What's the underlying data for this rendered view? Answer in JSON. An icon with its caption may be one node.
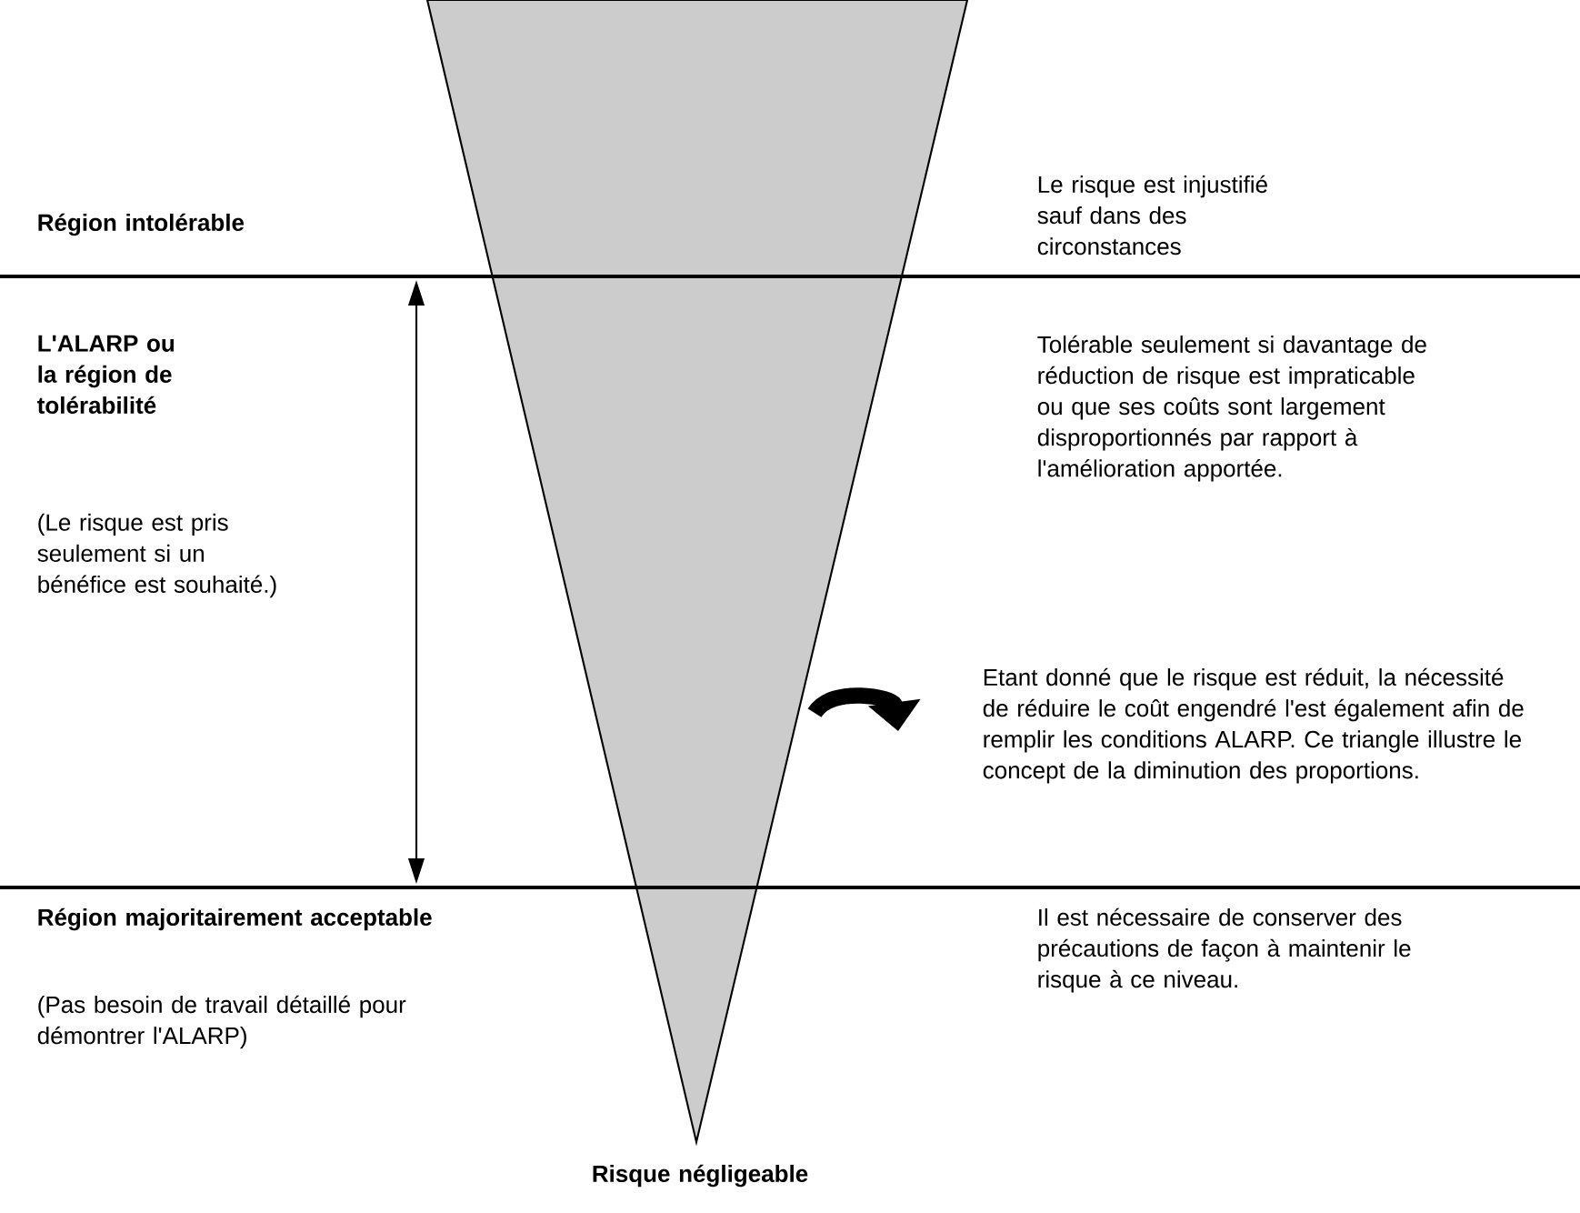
{
  "diagram": {
    "labels": [
      "Le risque est injustifié sauf dans des circonstances",
      "Région intolérable",
      "L'ALARP ou la région de tolérabilité",
      "Tolérable seulement si davantage de réduction de risque est impraticable ou que ses coûts sont largement disproportionnés par rapport à l'amélioration apportée.",
      "(Le risque est pris seulement si un bénéfice est souhaité.)",
      "Etant donné que le risque est réduit, la nécessité de réduire le coût engendré l'est également afin de remplir les conditions ALARP. Ce triangle illustre le concept de la diminution des proportions.",
      "Région majoritairement acceptable",
      "Il est nécessaire de conserver des précautions de façon à maintenir le risque à ce niveau.",
      "(Pas besoin de travail détaillé pour démontrer l'ALARP)",
      "Risque négligeable"
    ]
  }
}
